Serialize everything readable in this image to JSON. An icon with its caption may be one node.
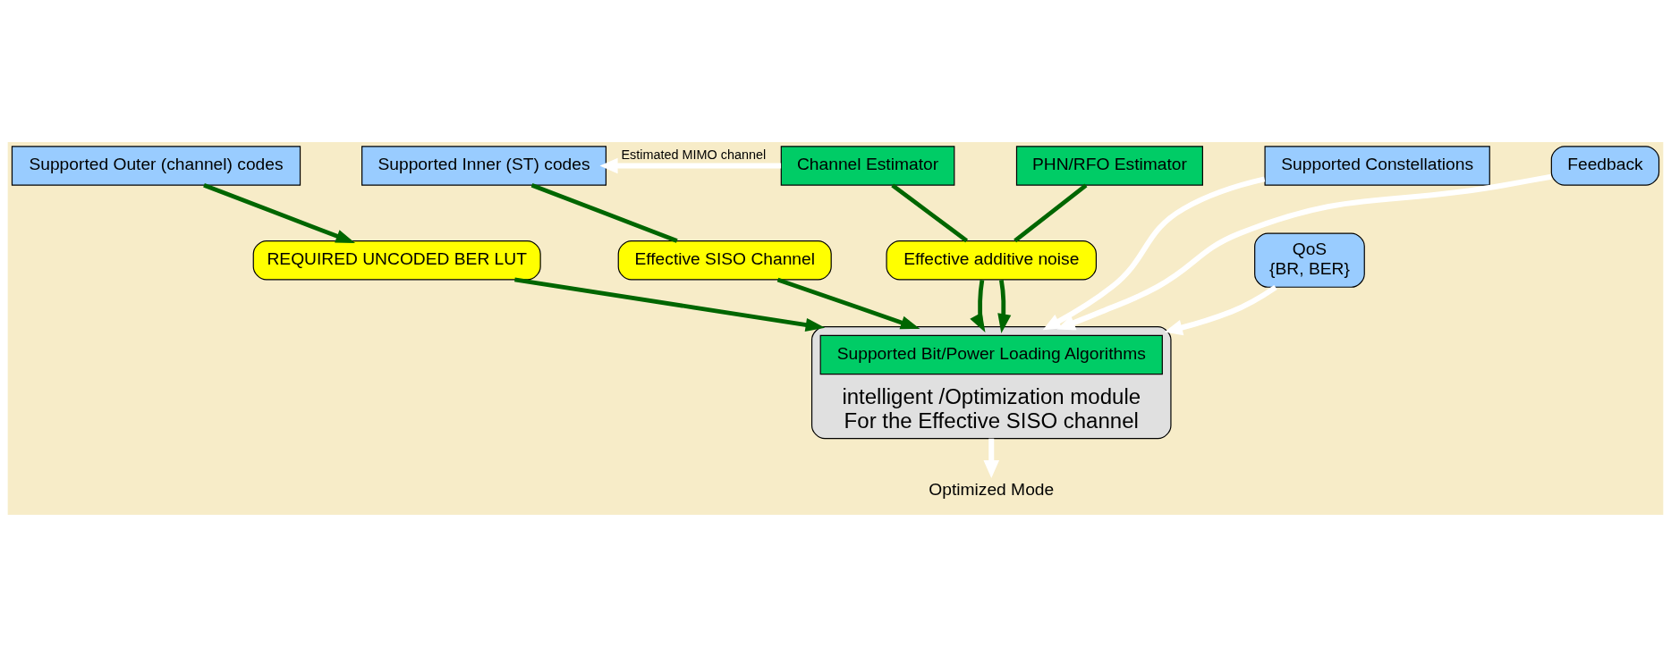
{
  "diagram": {
    "nodes": [
      {
        "text": [
          "Supported Outer (channel) codes"
        ]
      },
      {
        "text": [
          "Supported Inner (ST) codes"
        ]
      },
      {
        "text": [
          "Channel Estimator"
        ]
      },
      {
        "text": [
          "PHN/RFO Estimator"
        ]
      },
      {
        "text": [
          "Supported Constellations"
        ]
      },
      {
        "text": [
          "Feedback"
        ]
      },
      {
        "text": [
          "QoS",
          "{BR, BER}"
        ]
      },
      {
        "text": [
          "REQUIRED UNCODED BER LUT"
        ]
      },
      {
        "text": [
          "Effective SISO Channel"
        ]
      },
      {
        "text": [
          "Effective additive noise"
        ]
      },
      {
        "text": [
          "intelligent /Optimization module",
          "For the Effective SISO channel"
        ]
      },
      {
        "text": [
          "Supported Bit/Power Loading Algorithms"
        ],
        "in": 10
      },
      {
        "text": [
          "Optimized Mode"
        ]
      }
    ],
    "edges": [
      {
        "from": 2,
        "to": 1,
        "arrow": "to",
        "label": "Estimated MIMO channel",
        "color": "#ffffff"
      },
      {
        "from": 0,
        "to": 7,
        "arrow": "to"
      },
      {
        "from": 7,
        "to": 10,
        "arrow": "to"
      },
      {
        "from": 1,
        "to": 8,
        "arrow": "none"
      },
      {
        "from": 8,
        "to": 10,
        "arrow": "to"
      },
      {
        "from": 2,
        "to": 9,
        "arrow": "none"
      },
      {
        "from": 3,
        "to": 9,
        "arrow": "none"
      },
      {
        "from": 9,
        "to": 10,
        "arrow": "to"
      },
      {
        "from": 9,
        "to": 10,
        "arrow": "to"
      },
      {
        "from": 4,
        "to": 10,
        "arrow": "to",
        "color": "#ffffff"
      },
      {
        "from": 5,
        "to": 10,
        "arrow": "to",
        "color": "#ffffff"
      },
      {
        "from": 6,
        "to": 10,
        "arrow": "to",
        "color": "#ffffff"
      },
      {
        "from": 10,
        "to": 12,
        "arrow": "to",
        "color": "#ffffff"
      }
    ]
  }
}
